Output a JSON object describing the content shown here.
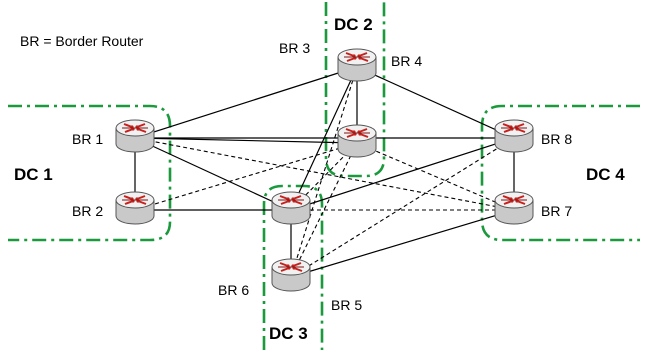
{
  "legend": "BR = Border Router",
  "datacenters": [
    {
      "id": "dc1",
      "label": "DC 1"
    },
    {
      "id": "dc2",
      "label": "DC 2"
    },
    {
      "id": "dc3",
      "label": "DC 3"
    },
    {
      "id": "dc4",
      "label": "DC 4"
    }
  ],
  "routers": [
    {
      "id": "br1",
      "label": "BR 1"
    },
    {
      "id": "br2",
      "label": "BR 2"
    },
    {
      "id": "br3",
      "label": "BR 3"
    },
    {
      "id": "br4",
      "label": "BR 4"
    },
    {
      "id": "br5",
      "label": "BR 5"
    },
    {
      "id": "br6",
      "label": "BR 6"
    },
    {
      "id": "br7",
      "label": "BR 7"
    },
    {
      "id": "br8",
      "label": "BR 8"
    }
  ],
  "links": [
    {
      "from": "br1",
      "to": "br2",
      "style": "solid"
    },
    {
      "from": "br3",
      "to": "br4",
      "style": "solid"
    },
    {
      "from": "br6",
      "to": "br5",
      "style": "solid"
    },
    {
      "from": "br8",
      "to": "br7",
      "style": "solid"
    },
    {
      "from": "br1",
      "to": "br3",
      "style": "solid"
    },
    {
      "from": "br1",
      "to": "br4",
      "style": "solid"
    },
    {
      "from": "br1",
      "to": "br8",
      "style": "solid"
    },
    {
      "from": "br1",
      "to": "br6",
      "style": "solid"
    },
    {
      "from": "br2",
      "to": "br6",
      "style": "solid"
    },
    {
      "from": "br3",
      "to": "br8",
      "style": "solid"
    },
    {
      "from": "br6",
      "to": "br8",
      "style": "solid"
    },
    {
      "from": "br5",
      "to": "br7",
      "style": "solid"
    },
    {
      "from": "br3",
      "to": "br6",
      "style": "solid"
    },
    {
      "from": "br2",
      "to": "br4",
      "style": "dashed"
    },
    {
      "from": "br2",
      "to": "br7",
      "style": "dashed"
    },
    {
      "from": "br1",
      "to": "br7",
      "style": "dashed"
    },
    {
      "from": "br4",
      "to": "br7",
      "style": "dashed"
    },
    {
      "from": "br6",
      "to": "br4",
      "style": "dashed"
    },
    {
      "from": "br3",
      "to": "br5",
      "style": "dashed"
    },
    {
      "from": "br4",
      "to": "br5",
      "style": "dashed"
    },
    {
      "from": "br5",
      "to": "br8",
      "style": "dashed"
    }
  ]
}
